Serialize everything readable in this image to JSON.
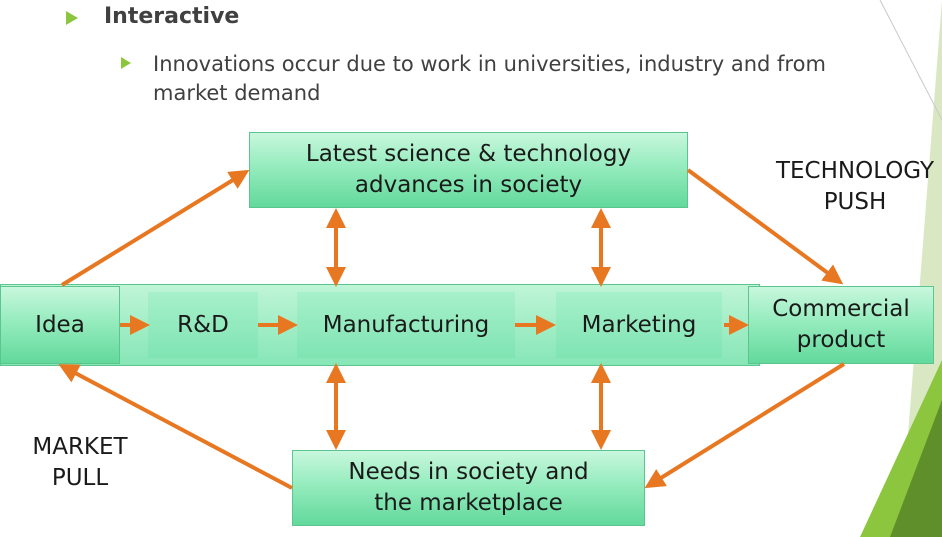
{
  "heading": "Interactive",
  "bullet_text": "Innovations occur due to work in universities, industry and from market demand",
  "boxes": {
    "science": "Latest science & technology advances in society",
    "idea": "Idea",
    "rd": "R&D",
    "manufacturing": "Manufacturing",
    "marketing": "Marketing",
    "commercial": "Commercial product",
    "needs": "Needs in society and the marketplace"
  },
  "labels": {
    "tech_push": "TECHNOLOGY PUSH",
    "market_pull": "MARKET PULL"
  },
  "colors": {
    "arrow": "#e87722",
    "bullet": "#8cc63f",
    "box_fill": "#96ecbe",
    "deco_green": "#8cc63f"
  }
}
